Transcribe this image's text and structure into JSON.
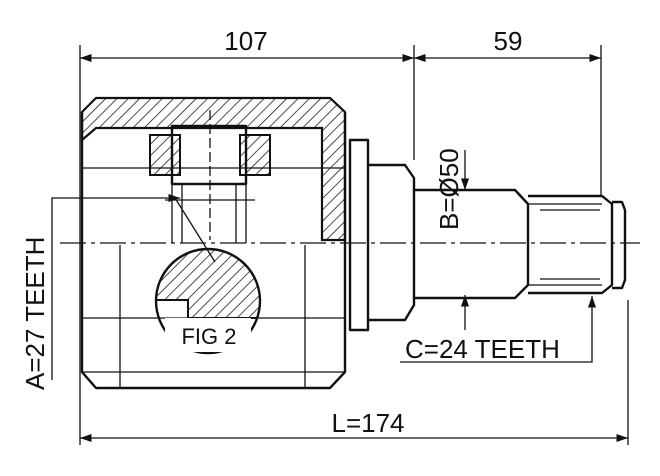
{
  "dimensions": {
    "top_left": "107",
    "top_right": "59",
    "b": "B=Ø50",
    "a": "A=27 TEETH",
    "c": "C=24 TEETH",
    "l": "L=174"
  },
  "figure_label": "FIG 2"
}
